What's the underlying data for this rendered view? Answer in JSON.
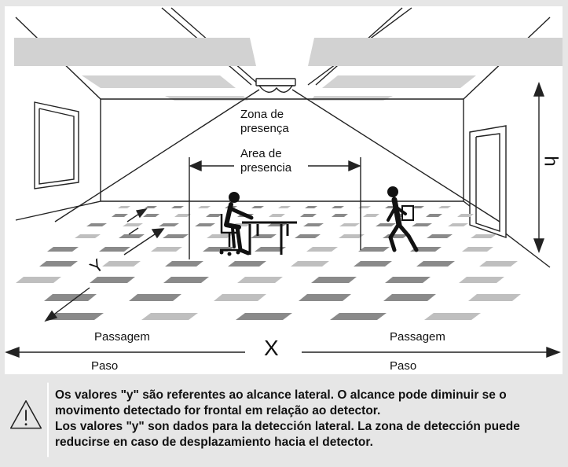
{
  "diagram": {
    "zona_label_line1": "Zona de",
    "zona_label_line2": "presença",
    "area_label_line1": "Area de",
    "area_label_line2": "presencia",
    "x_label": "X",
    "y_label": "Y",
    "h_label": "h",
    "passagem_left": "Passagem",
    "passagem_right": "Passagem",
    "paso_left": "Paso",
    "paso_right": "Paso"
  },
  "note": {
    "icon": "warning-triangle-icon",
    "pt_text": "Os valores \"y\" são referentes ao alcance lateral. O alcance pode diminuir se o movimento detectado for frontal em relação ao detector.",
    "es_text": "Los valores \"y\" son dados para la detección lateral. La zona de detección puede reducirse en caso de desplazamiento hacia el detector."
  },
  "colors": {
    "background": "#e6e6e6",
    "ceiling_panel": "#d2d2d2",
    "floor_tile_dark": "#8a8a8a",
    "floor_tile_light": "#bfbfbf"
  }
}
